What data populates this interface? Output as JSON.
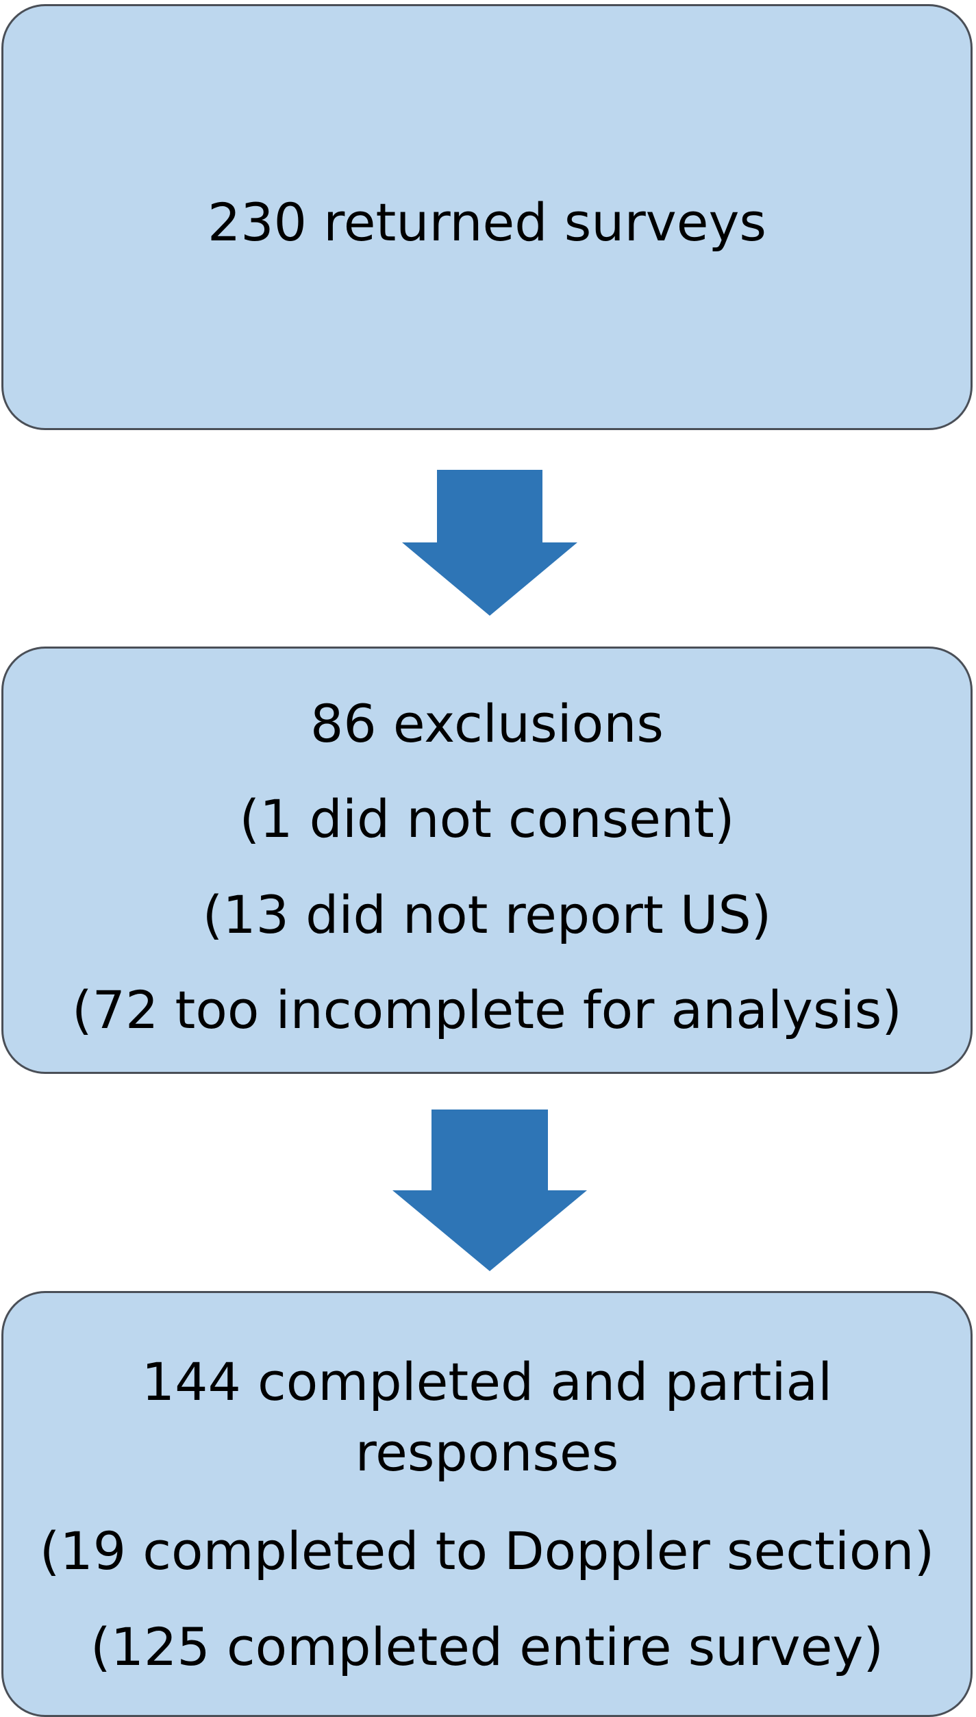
{
  "diagram": {
    "colors": {
      "box_fill": "#bdd7ee",
      "box_border": "#4a4f57",
      "arrow_fill": "#2e75b6"
    },
    "boxes": [
      {
        "lines": [
          "230 returned surveys"
        ]
      },
      {
        "lines": [
          "86 exclusions",
          "(1 did not consent)",
          "(13 did not report US)",
          "(72 too incomplete for analysis)"
        ]
      },
      {
        "lines": [
          "144 completed and partial",
          "responses",
          "(19 completed to Doppler section)",
          "(125 completed entire survey)"
        ]
      }
    ],
    "arrows": [
      {
        "from": 0,
        "to": 1
      },
      {
        "from": 1,
        "to": 2
      }
    ]
  }
}
